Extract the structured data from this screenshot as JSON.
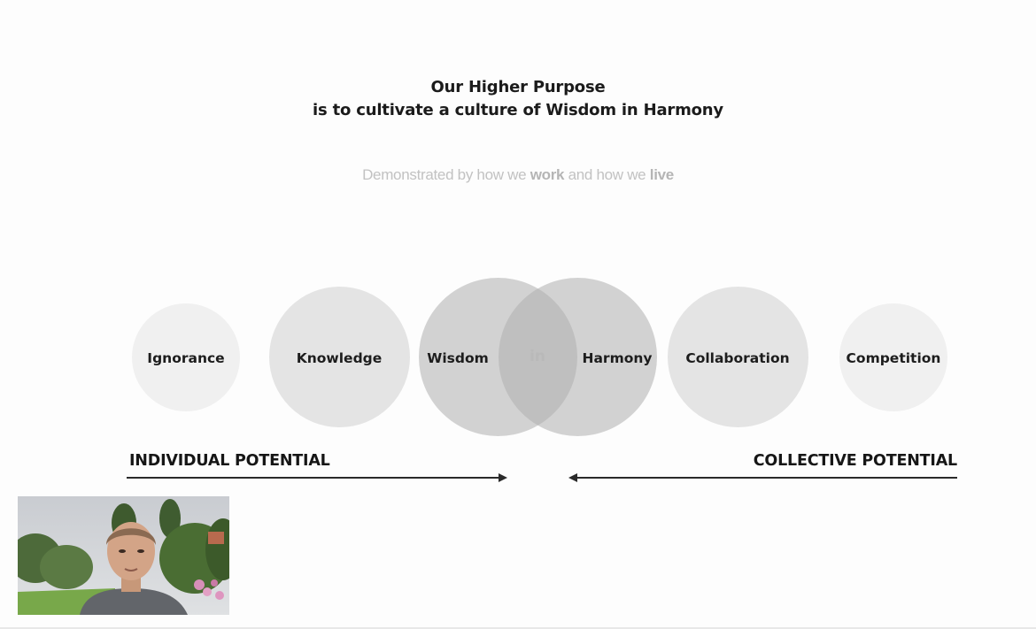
{
  "title": {
    "line1": "Our Higher Purpose",
    "line2": "is to cultivate a culture of Wisdom in Harmony"
  },
  "subtitle": {
    "part1": "Demonstrated by how we ",
    "bold1": "work",
    "part2": " and how we ",
    "bold2": "live"
  },
  "circles": {
    "ignorance": "Ignorance",
    "knowledge": "Knowledge",
    "wisdom": "Wisdom",
    "in": "in",
    "harmony": "Harmony",
    "collaboration": "Collaboration",
    "competition": "Competition"
  },
  "potential": {
    "left": "INDIVIDUAL POTENTIAL",
    "right": "COLLECTIVE POTENTIAL"
  },
  "colors": {
    "background": "#fdfdfd",
    "text": "#1b1b1b",
    "subtitle": "#c2c2c2",
    "overlap_circle": "#afafaf"
  }
}
